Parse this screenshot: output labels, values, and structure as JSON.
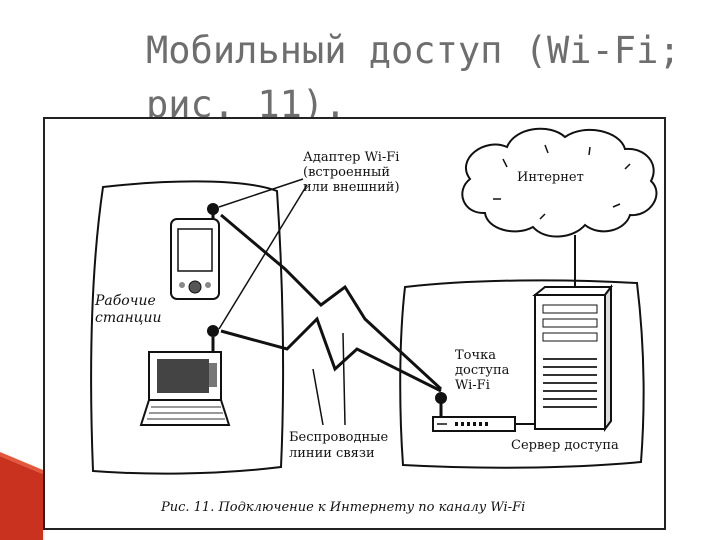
{
  "slide": {
    "title_line1": "Мобильный доступ (Wi-Fi;",
    "title_line2": "рис. 11)."
  },
  "diagram": {
    "adapter_label": [
      "Адаптер Wi-Fi",
      "(встроенный",
      "или внешний)"
    ],
    "internet_label": "Интернет",
    "workstations_label": [
      "Рабочие",
      "станции"
    ],
    "access_point_label": [
      "Точка",
      "доступа",
      "Wi-Fi"
    ],
    "wireless_label": [
      "Беспроводные",
      "линии связи"
    ],
    "server_label": "Сервер доступа",
    "caption": "Рис. 11. Подключение к Интернету по каналу Wi-Fi"
  },
  "colors": {
    "title": "#6e6e6e",
    "accent": "#c8321e",
    "line": "#111111"
  }
}
